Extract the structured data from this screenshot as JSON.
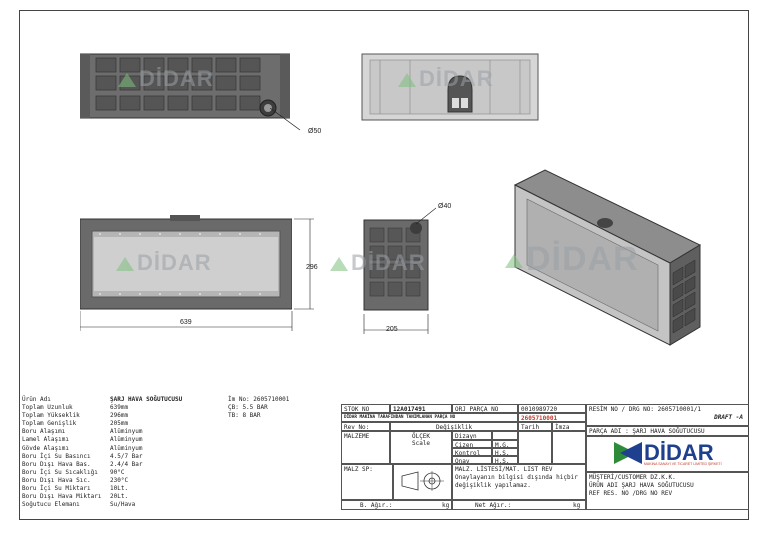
{
  "dimensions": {
    "d50": "Ø50",
    "d40": "Ø40",
    "w639": "639",
    "h296": "296",
    "w205": "205"
  },
  "watermark": "DİDAR",
  "specs": [
    {
      "k": "Ürün Adı",
      "v": "ŞARJ HAVA SOĞUTUCUSU"
    },
    {
      "k": "Toplam Uzunluk",
      "v": "639mm"
    },
    {
      "k": "Toplam Yükseklik",
      "v": "296mm"
    },
    {
      "k": "Toplam Genişlik",
      "v": "205mm"
    },
    {
      "k": "Boru Alaşımı",
      "v": "Alüminyum"
    },
    {
      "k": "Lamel Alaşımı",
      "v": "Alüminyum"
    },
    {
      "k": "Gövde Alaşımı",
      "v": "Alüminyum"
    },
    {
      "k": "Boru İçi Su Basıncı",
      "v": "4.5/7 Bar"
    },
    {
      "k": "Boru Dışı Hava Bas.",
      "v": "2.4/4 Bar"
    },
    {
      "k": "Boru İçi Su Sıcaklığı",
      "v": "90°C"
    },
    {
      "k": "Boru Dışı Hava Sıc.",
      "v": "230°C"
    },
    {
      "k": "Boru İçi Su Miktarı",
      "v": "10Lt."
    },
    {
      "k": "Boru Dışı Hava Miktarı",
      "v": "20Lt."
    },
    {
      "k": "Soğutucu Elemanı",
      "v": "Su/Hava"
    }
  ],
  "specs2": [
    "İm No: 2605710001",
    "ÇB: 5.5 BAR",
    "TB: 8 BAR"
  ],
  "titleblock": {
    "stok_no_label": "STOK NO",
    "stok_no": "12A017491",
    "org_parca_label": "ORJ PARÇA NO",
    "org_parca": "0010989720",
    "didar_note": "DİDAR MAKİNA TARAFINDAN TANIMLANAN PARÇA NO",
    "didar_no": "2605710001",
    "rev_no": "Rev No:",
    "degisiklik": "Değişiklik",
    "tarih": "Tarih",
    "imza": "İmza",
    "malzeme": "MALZEME",
    "olcek": "ÖLÇEK",
    "scale": "Scale",
    "dizayn": "Dizayn",
    "cizen": "Çizen",
    "kontrol": "Kontrol",
    "onay": "Onay",
    "mg": "M.G.",
    "hg": "H.Ş.",
    "hs": "H.Ş.",
    "malz_sp": "MALZ SP:",
    "note": "MALZ. LİSTESİ/MAT. LIST REV Onaylayanın bilgisi dışında hiçbir değişiklik yapılamaz.",
    "b_agir": "B. Ağır.:",
    "kg1": "kg",
    "net_agir": "Net Ağır.:",
    "kg2": "kg",
    "resim_no": "RESİM NO / DRG NO: 2605710001/1",
    "draft": "DRAFT -A",
    "parca_adi": "PARÇA ADI : ŞARJ HAVA SOĞUTUCUSU",
    "musteri": "MÜŞTERİ/CUSTOMER     DZ.K.K.",
    "urun_adi": "ÜRÜN ADI   ŞARJ HAVA SOĞUTUCUSU",
    "ref": "REF RES. NO /DRG NO        REV"
  },
  "logo": {
    "name": "DİDAR",
    "sub": "MAKİNA SANAYİ VE TİCARET LİMİTED ŞİRKETİ"
  }
}
